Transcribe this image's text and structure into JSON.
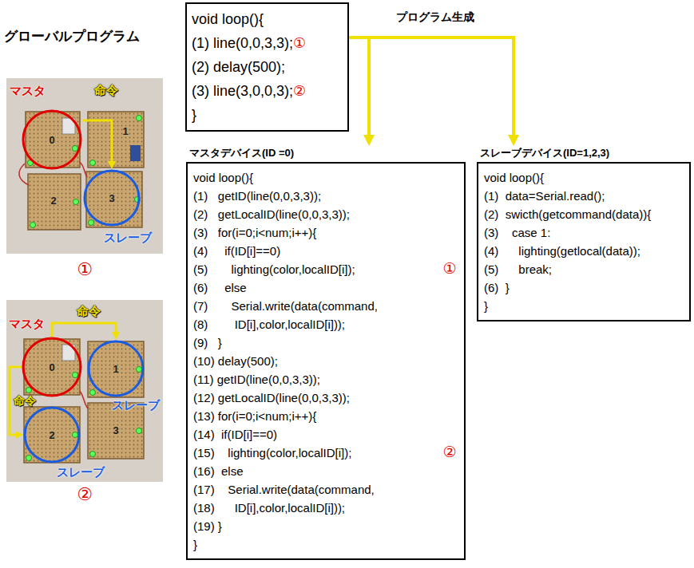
{
  "diagram": {
    "title": "グローバルプログラム",
    "nodes": [
      {
        "text": [
          "マスタ",
          "0"
        ]
      },
      {
        "text": [
          "スレーブ",
          "3"
        ]
      },
      {
        "text": [
          "void loop(){",
          "(1) line(0,0,3,3);",
          "①",
          "(2) delay(500);",
          "(3) line(3,0,0,3);",
          "②",
          "}"
        ]
      },
      {
        "text": [
          "マスタ",
          "0"
        ]
      },
      {
        "text": [
          "スレーブ",
          "1"
        ]
      },
      {
        "text": [
          "スレーブ",
          "2"
        ]
      },
      {
        "text": [
          "マスタデバイス(ID =0)",
          "void loop(){",
          "(1)   getID(line(0,0,3,3));",
          "(2)   getLocalID(line(0,0,3,3));",
          "(3)   for(i=0;i<num;i++){",
          "(4)     if(ID[i]==0)",
          "(5)       lighting(color,localID[i]);",
          "(6)     else",
          "(7)       Serial.write(data(command,",
          "(8)        ID[i],color,localID[i]));",
          "(9)   }",
          "(10) delay(500);",
          "(11) getID(line(0,0,3,3));",
          "(12) getLocalID(line(0,0,3,3));",
          "(13) for(i=0;i<num;i++){",
          "(14)  if(ID[i]==0)",
          "(15)    lighting(color,localID[i]);",
          "(16)  else",
          "(17)    Serial.write(data(command,",
          "(18)      ID[i],color,localID[i]));",
          "(19) }",
          "}"
        ]
      },
      {
        "text": [
          "スレーブデバイス(ID=1,2,3)",
          "void loop(){",
          "(1)  data=Serial.read();",
          "(2)  swicth(getcommand(data)){",
          "(3)    case 1:",
          "(4)      lighting(getlocal(data));",
          "(5)      break;",
          "(6)  }",
          "}"
        ]
      }
    ],
    "edges": [
      {
        "from": 0,
        "to": 1,
        "arrow": "to",
        "label": "命令"
      },
      {
        "from": 2,
        "to": 6,
        "arrow": "to",
        "label": "プログラム生成"
      },
      {
        "from": 2,
        "to": 7,
        "arrow": "to"
      },
      {
        "from": 3,
        "to": 4,
        "arrow": "to",
        "label": "命令"
      },
      {
        "from": 3,
        "to": 5,
        "arrow": "to",
        "label": "命令"
      }
    ],
    "labels": [
      "1",
      "2",
      "①",
      "3",
      "②",
      "①",
      "②"
    ]
  }
}
